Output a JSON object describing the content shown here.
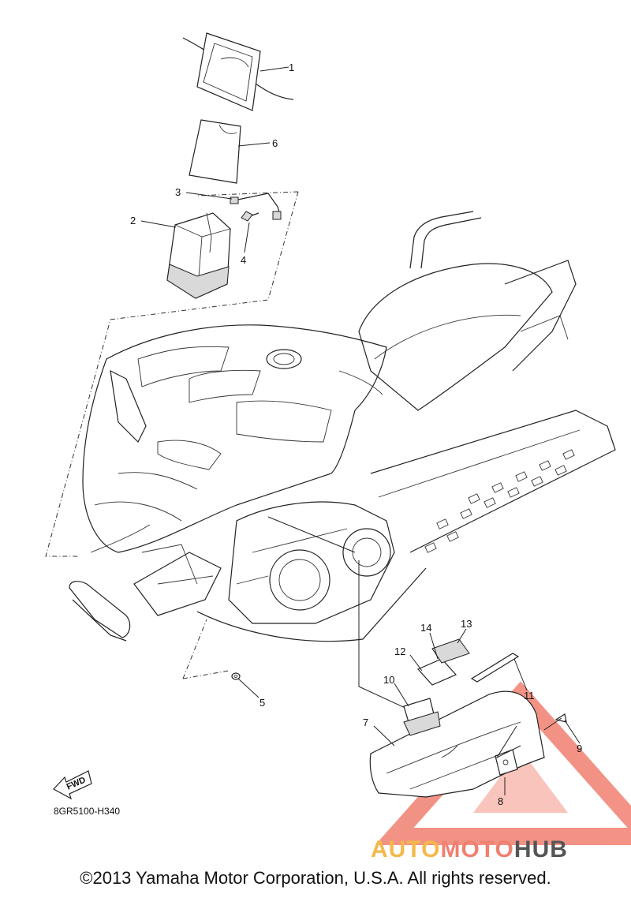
{
  "diagram": {
    "callouts": [
      {
        "id": "c1",
        "label": "1"
      },
      {
        "id": "c2",
        "label": "2"
      },
      {
        "id": "c3",
        "label": "3"
      },
      {
        "id": "c4",
        "label": "4"
      },
      {
        "id": "c5",
        "label": "5"
      },
      {
        "id": "c6",
        "label": "6"
      },
      {
        "id": "c7",
        "label": "7"
      },
      {
        "id": "c8",
        "label": "8"
      },
      {
        "id": "c9",
        "label": "9"
      },
      {
        "id": "c10",
        "label": "10"
      },
      {
        "id": "c11",
        "label": "11"
      },
      {
        "id": "c12",
        "label": "12"
      },
      {
        "id": "c13",
        "label": "13"
      },
      {
        "id": "c14",
        "label": "14"
      }
    ],
    "fwd_label": "FWD",
    "part_code": "8GR5100-H340"
  },
  "watermark": {
    "part1": "AUTO",
    "part2": "MOTO",
    "part3": "HUB",
    "colors": {
      "triangle": "#f08070",
      "auto": "#f5b94a",
      "moto": "#f08070",
      "hub": "#555555"
    }
  },
  "footer": {
    "copyright": "©2013 Yamaha Motor Corporation, U.S.A. All rights reserved."
  }
}
